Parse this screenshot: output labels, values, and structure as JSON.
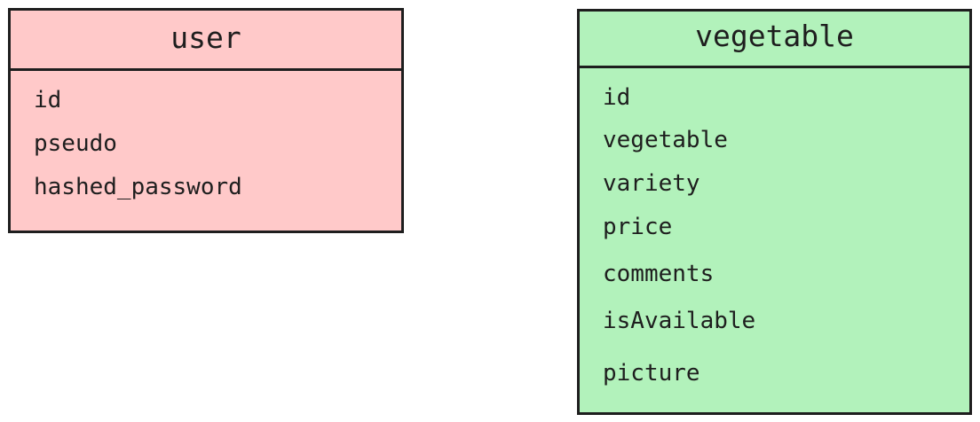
{
  "diagram": {
    "colors": {
      "user_fill": "#ffc9c9",
      "vegetable_fill": "#b2f2bb",
      "stroke": "#1e1e1e",
      "text": "#1e1e1e"
    },
    "entities": [
      {
        "name": "user",
        "fields": [
          "id",
          "pseudo",
          "hashed_password"
        ]
      },
      {
        "name": "vegetable",
        "fields": [
          "id",
          "vegetable",
          "variety",
          "price",
          "comments",
          "isAvailable",
          "picture"
        ]
      }
    ]
  }
}
